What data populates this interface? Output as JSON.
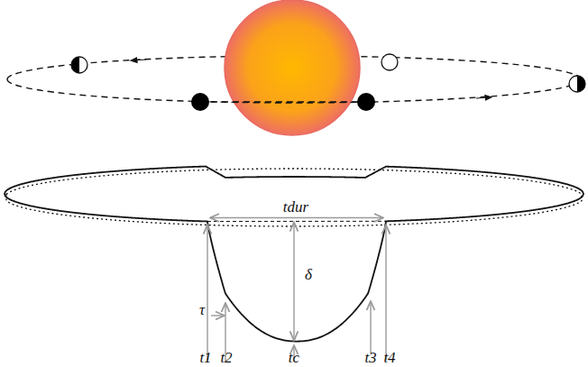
{
  "diagram": {
    "labels": [
      "tdur",
      "δ",
      "τ",
      "t1",
      "t2",
      "tc",
      "t3",
      "t4"
    ]
  }
}
